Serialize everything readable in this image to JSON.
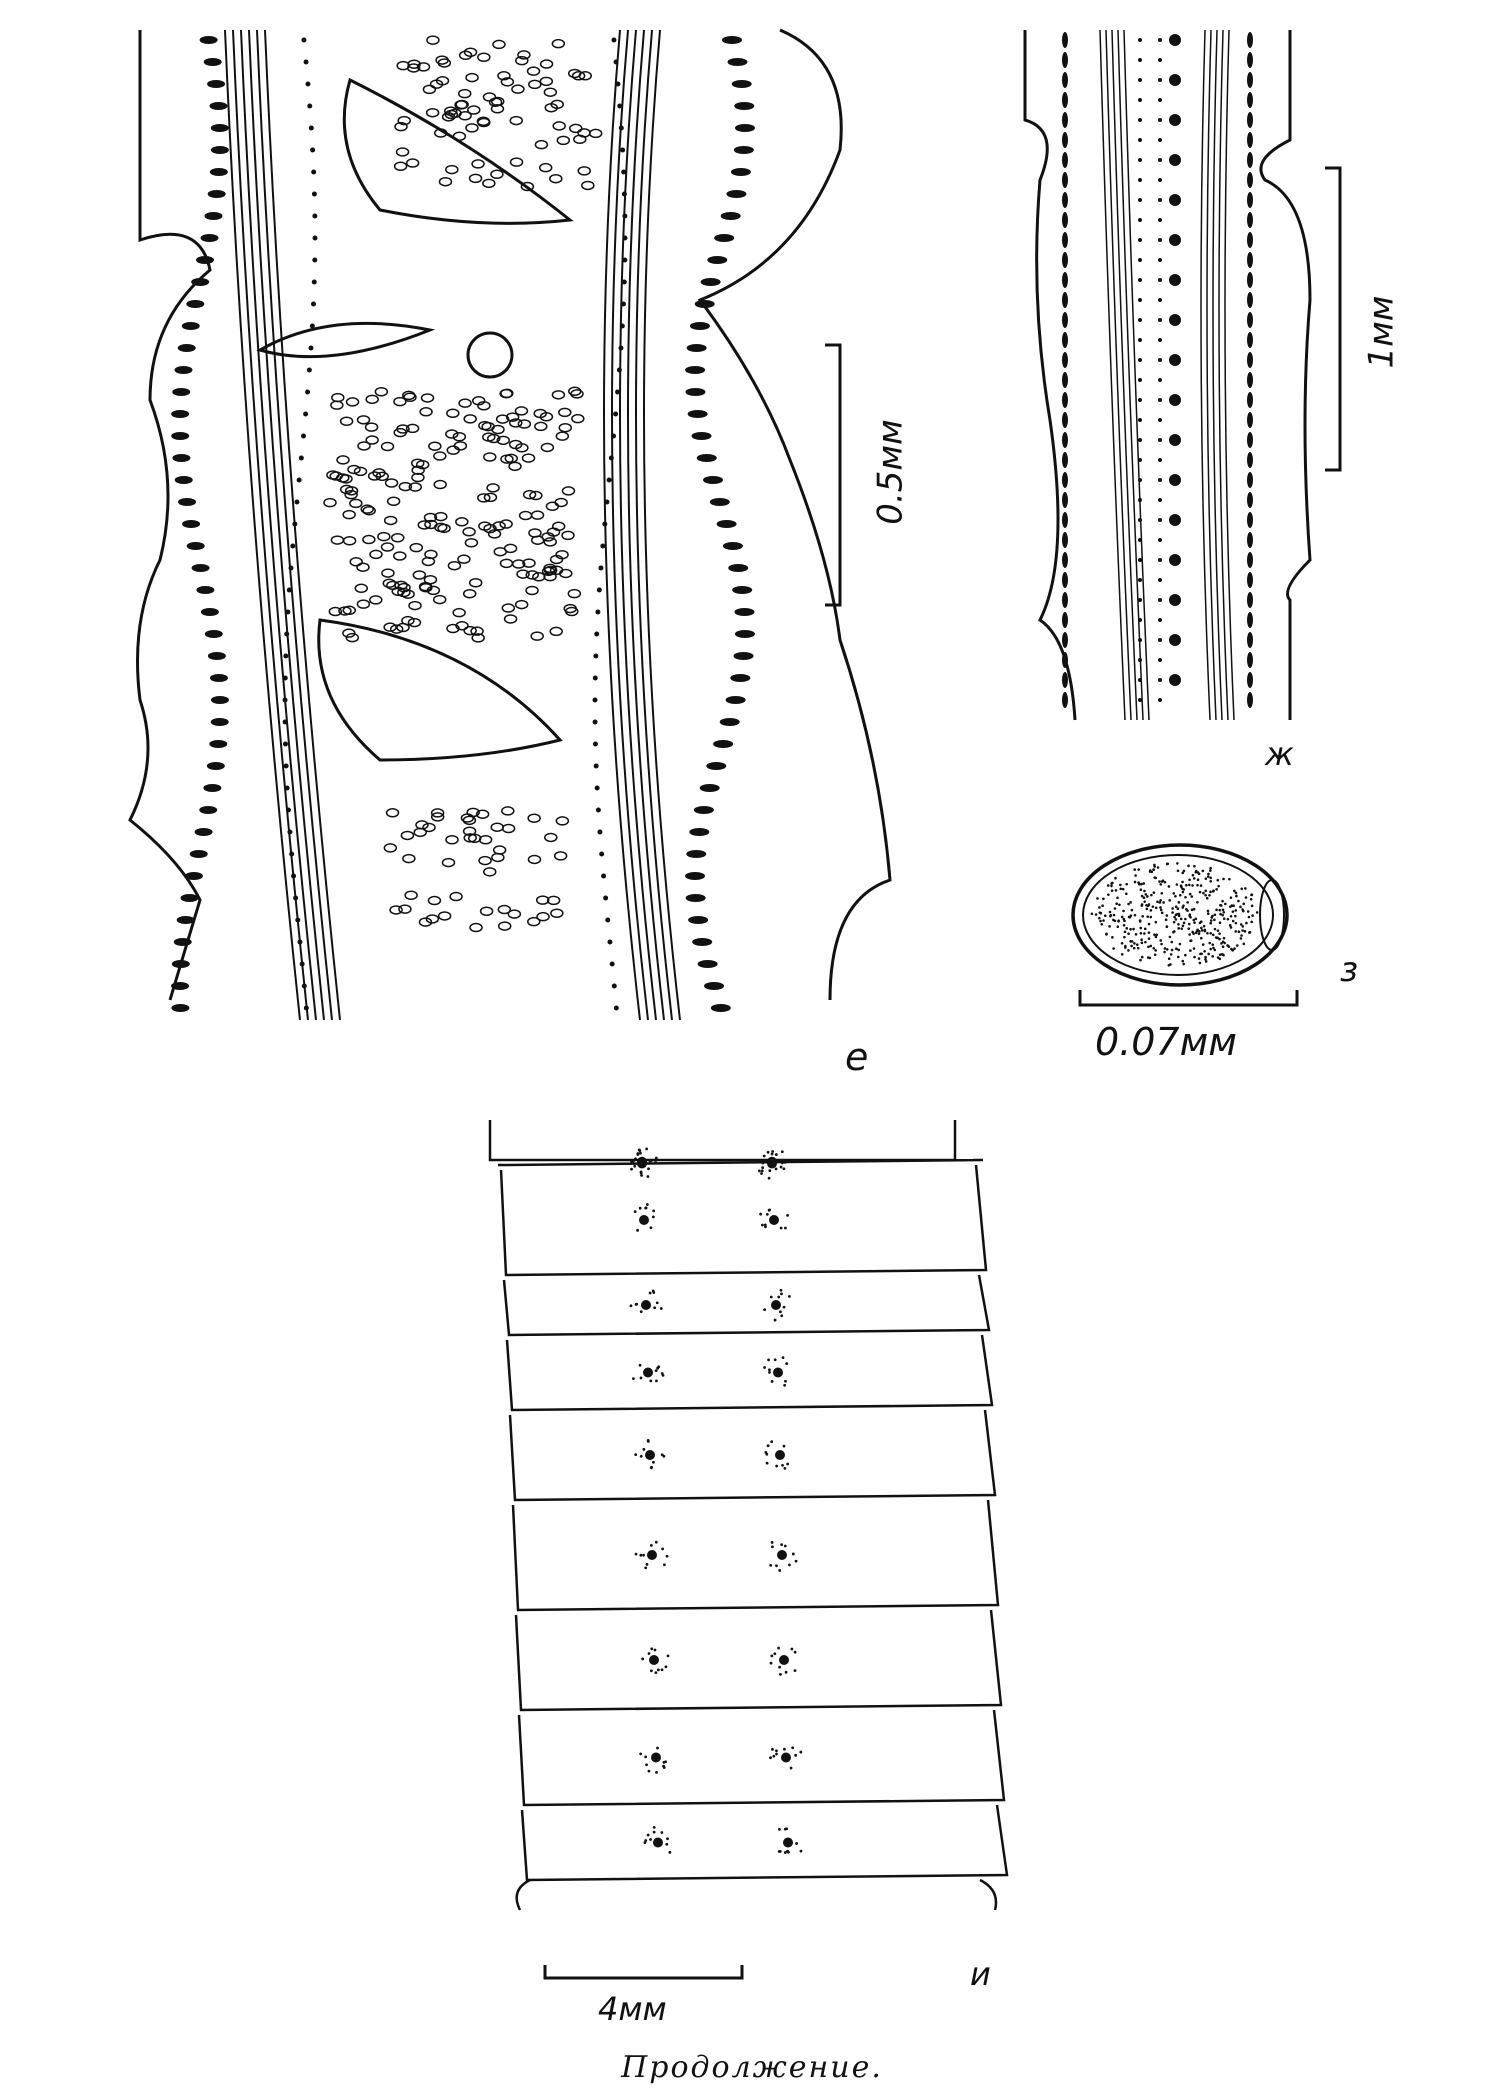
{
  "panels": {
    "e": {
      "label": "е",
      "scale": "0.5мм"
    },
    "zh": {
      "label": "ж",
      "scale": "1мм"
    },
    "z": {
      "label": "з",
      "scale": "0.07мм"
    },
    "i": {
      "label": "и",
      "scale": "4мм"
    }
  },
  "caption": "Продолжение."
}
